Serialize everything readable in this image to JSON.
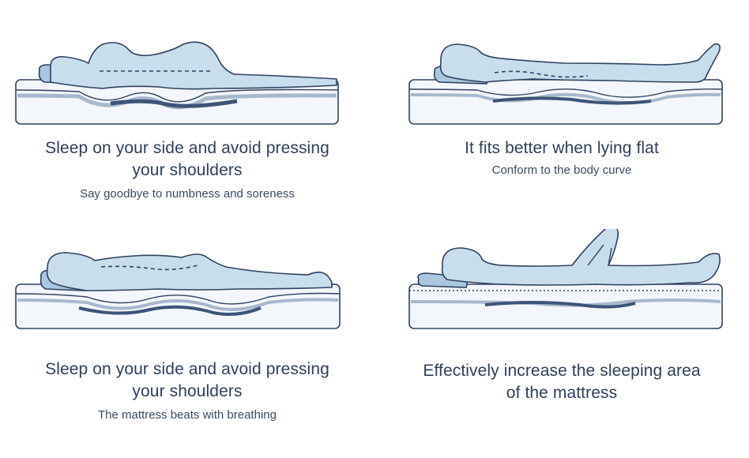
{
  "panels": [
    {
      "id": "side-sleep",
      "title_line1": "Sleep on your side and avoid pressing",
      "title_line2": "your shoulders",
      "subtitle": "Say goodbye to numbness and soreness"
    },
    {
      "id": "flat-sleep",
      "title_line1": "It fits better when lying flat",
      "title_line2": "",
      "subtitle": "Conform to the body curve"
    },
    {
      "id": "breathing",
      "title_line1": "Sleep on your side and avoid pressing",
      "title_line2": "your shoulders",
      "subtitle": "The mattress beats with breathing"
    },
    {
      "id": "sleeping-area",
      "title_line1": "Effectively increase the sleeping area",
      "title_line2": "of the mattress",
      "subtitle": ""
    }
  ],
  "colors": {
    "body_fill": "#c9deec",
    "body_stroke": "#2f4260",
    "pillow_fill": "#a9c7de",
    "mattress_fill": "#f3f6fa",
    "stripe_light": "#a8b8cc",
    "stripe_dark": "#3e5478",
    "text": "#2e3f5c"
  }
}
